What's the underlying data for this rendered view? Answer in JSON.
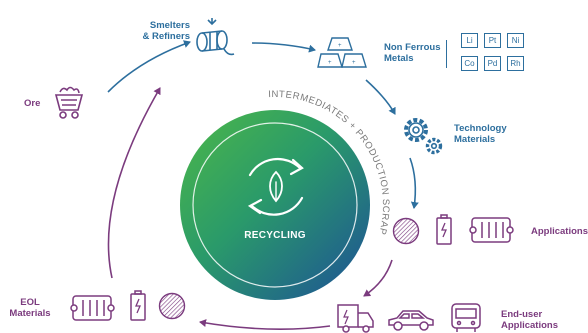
{
  "labels": {
    "smelters": [
      "Smelters",
      "& Refiners"
    ],
    "non_ferrous": [
      "Non Ferrous",
      "Metals"
    ],
    "technology": [
      "Technology",
      "Materials"
    ],
    "applications": "Applications",
    "end_user": [
      "End-user",
      "Applications"
    ],
    "eol": [
      "EOL",
      "Materials"
    ],
    "ore": "Ore",
    "center": "RECYCLING",
    "ring": "INTERMEDIATES + PRODUCTION SCRAP"
  },
  "elements": [
    "Li",
    "Pt",
    "Ni",
    "Co",
    "Pd",
    "Rh"
  ],
  "colors": {
    "blue": "#2d6f9e",
    "purple": "#7b3b7e",
    "circle_green": "#3fae49",
    "circle_blue": "#1f5f9c"
  },
  "icons": [
    "cart-icon",
    "pipes-icon",
    "ingots-icon",
    "gears-icon",
    "mesh-disc-icon",
    "battery-icon",
    "module-icon",
    "car-icon",
    "bus-icon",
    "truck-icon",
    "recycle-leaf-icon"
  ]
}
